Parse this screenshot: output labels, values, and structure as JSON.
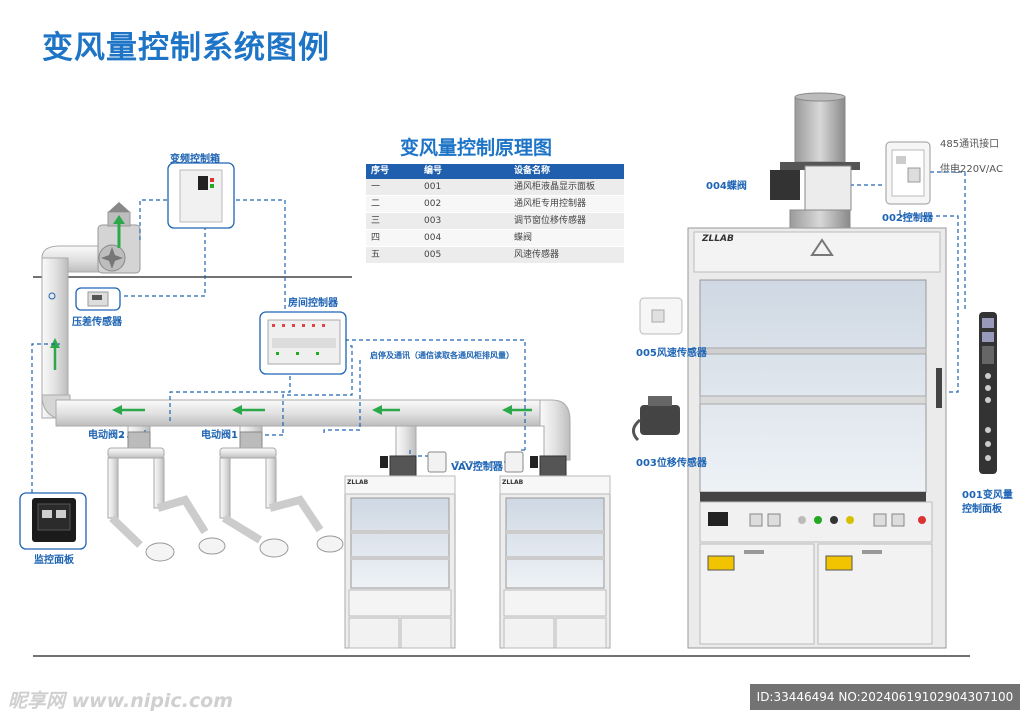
{
  "title": "变风量控制系统图例",
  "subtitle": "变风量控制原理图",
  "table": {
    "headers": [
      "序号",
      "编号",
      "设备名称"
    ],
    "rows": [
      [
        "一",
        "001",
        "通风柜液晶显示面板"
      ],
      [
        "二",
        "002",
        "通风柜专用控制器"
      ],
      [
        "三",
        "003",
        "调节窗位移传感器"
      ],
      [
        "四",
        "004",
        "蝶阀"
      ],
      [
        "五",
        "005",
        "风速传感器"
      ]
    ]
  },
  "labels": {
    "vfd_box": "变频控制箱",
    "pressure_sensor": "压差传感器",
    "room_controller": "房间控制器",
    "signal_note": "启停及通讯（通信读取各通风柜排风量）",
    "valve2": "电动阀2",
    "valve1": "电动阀1",
    "vav_controller": "VAV控制器",
    "monitor_panel": "监控面板",
    "butterfly_valve": "004蝶阀",
    "controller": "002控制器",
    "rs485": "485通讯接口",
    "power": "供电220V/AC",
    "airspeed_sensor": "005风速传感器",
    "position_sensor": "003位移传感器",
    "vav_panel_line1": "001变风量",
    "vav_panel_line2": "控制面板",
    "brand": "ZLLAB"
  },
  "watermark": {
    "left": "昵享网 www.nipic.com",
    "right": "ID:33446494 NO:20240619102904307100"
  },
  "colors": {
    "accent": "#1e74c6",
    "dashed_line": "#1e64b4",
    "arrow": "#2aa84a",
    "duct": "#e6e6e6"
  }
}
